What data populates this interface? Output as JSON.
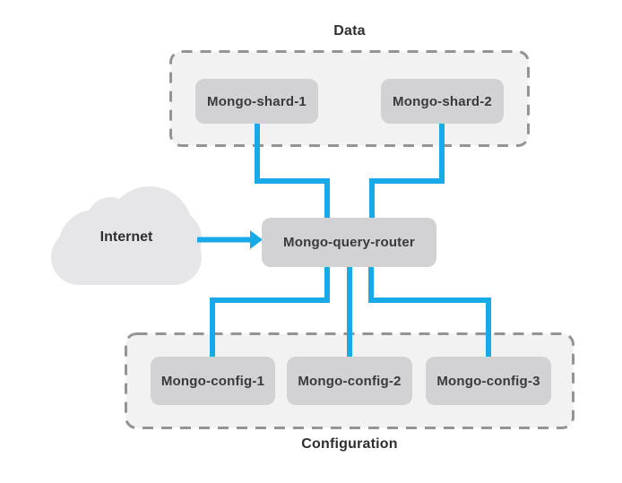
{
  "diagram": {
    "internet": {
      "label": "Internet"
    },
    "router": {
      "label": "Mongo-query-router"
    },
    "groups": {
      "data": {
        "label": "Data",
        "nodes": [
          {
            "label": "Mongo-shard-1"
          },
          {
            "label": "Mongo-shard-2"
          }
        ]
      },
      "configuration": {
        "label": "Configuration",
        "nodes": [
          {
            "label": "Mongo-config-1"
          },
          {
            "label": "Mongo-config-2"
          },
          {
            "label": "Mongo-config-3"
          }
        ]
      }
    },
    "colors": {
      "connector_blue": "#18a9e8",
      "node_fill": "#d2d2d4",
      "node_text": "#3a3a3c",
      "group_fill": "#f2f2f3",
      "group_border": "#949497",
      "cloud_fill": "#e6e6e8",
      "background": "#ffffff"
    }
  }
}
